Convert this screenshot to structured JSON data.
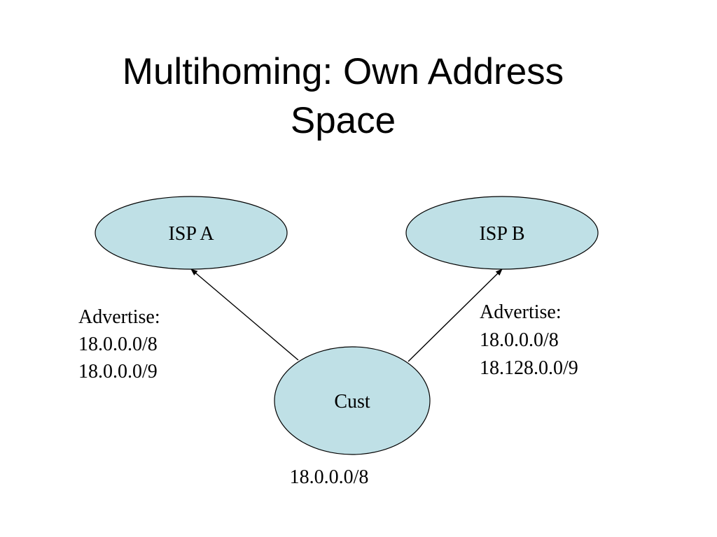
{
  "slide": {
    "title_line1": "Multihoming: Own Address",
    "title_line2": "Space"
  },
  "nodes": {
    "isp_a": "ISP A",
    "isp_b": "ISP B",
    "cust": "Cust"
  },
  "colors": {
    "node_fill": "#bfe0e6",
    "outline": "#000000"
  },
  "advert_a": {
    "heading": "Advertise:",
    "routes": [
      "18.0.0.0/8",
      "18.0.0.0/9"
    ]
  },
  "advert_b": {
    "heading": "Advertise:",
    "routes": [
      "18.0.0.0/8",
      "18.128.0.0/9"
    ]
  },
  "cust_prefix": "18.0.0.0/8"
}
